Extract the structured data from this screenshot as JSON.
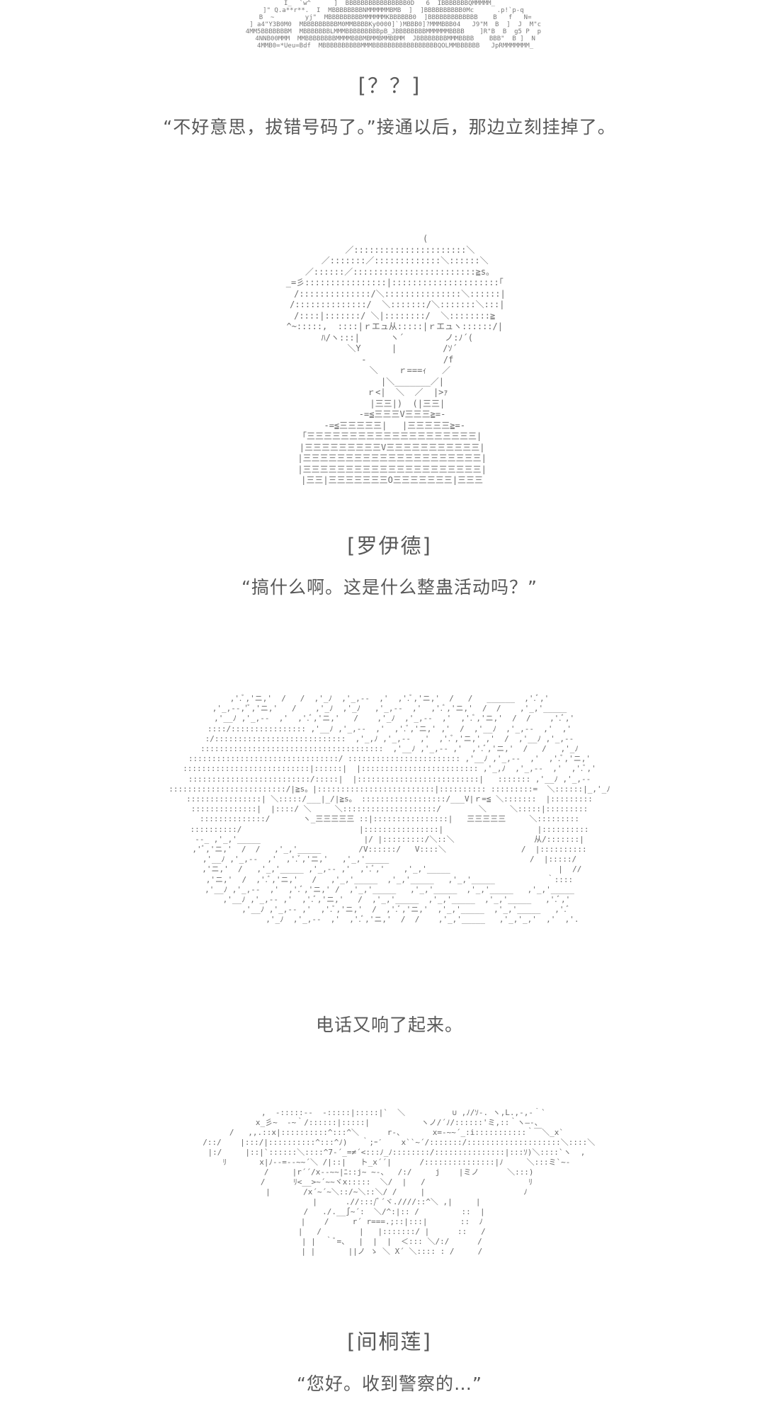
{
  "panels": [
    {
      "speaker": "[？？]",
      "text": "“不好意思，拔错号码了。”接通以后，那边立刻挂掉了。",
      "ascii_art": "I_  `w^      ]  BBBBBBBBBBBBBBBB0D   6  IBBBBBBBQMMMMM_\n  ]\" Q.a**r**.  I  MBBBBBBBBNMMMMMMBMB  ]  ]BBBBBBBBBB0Mc      .p!`p-q\n   B  ~        yj\"  MBBBBBBBBBMMMMMMKBBBBBB0  ]BBBBBBBBBBBBB    B   f   N=\n   ] a4\"Y3B0M0  MBBBBBBBBBM0MMBBBBKy0000]`)MBBB0]?MMMBBB04   J9\"M  B  ]  J  M\"c\n  4MM5BBBBBBBM  MBBBBBBBLMMMBBBBBBBBBpB_JBBBBBBBBMMMMMMBBBB    ]R\"B  B  g5 P  p\n   4NNB00MMM  MMBBBBBBBBMMMMBBBMBMMBMMBBMM  JBBBBBBBBMMMBBBB    BBB\"  B ]  N\n   4MMB0=*Ueu=Bdf  MBBBBBBBBBBMMMBBBBBBBBBBBBBBBBBQOLMMBBBBBB   JpRMMMMMMM_"
    },
    {
      "speaker": "[罗伊德]",
      "text": "“搞什么啊。这是什么整蛊活动吗？”",
      "ascii_art": "              (\n        ／::::::::::::::::::::::＼\n      ／:::::::／:::::::::::::＼::::::＼\n    ／::::::／::::::::::::::::::::::::≧s。\n  _=彡::::::::::::::::|:::::::::::::::::::::｢\n    /::::::::::::::/＼:::::::::::::::＼::::::|\n   /::::::::::::::/  ＼:::::::/＼:::::::＼:::|\n  /::::|:::::::/ ＼|::::::::/  ＼::::::::≧\n  ^~:::::,  ::::|ｒエュ从:::::|ｒエュヽ::::::/|\n   ﾊ/ヽ:::|      ヽ´        ノ:ﾉ´(\n     ＼Y      |         /ｿ´\n       -               /f\n        ＼    ｒ===ｨ   ／\n         |＼_______／|\n       ｒ<|  ＼  ／  |>ｧ\n       |三三|)  (|三三|\n     -=≦三三三V三三三≧=-\n  -=≦三三三三三|   |三三三三三≧=-\n ｢三三三三三三三三三三三三三三三三三三三三|\n |三三三三三三三三三V三三三三三三三三三三三|\n |三三三三三三三三三三三三三三三三三三三三三|\n |三三三三三三三三三三三三三三三三三三三三三|\n |三三|三三三三三三三O三三三三三三三|三三三"
    },
    {
      "speaker": "",
      "text": "电话又响了起来。",
      "ascii_art": ",'.ﾞ,'ニ,'  /   /  ,'_ﾉ  ,'_,--  ,'  ,'.ﾞ,'ニ,'  /   /   ______  ,'.ﾞ,'\n,'_,--,'ﾞ,'ニ,'   /    ,'_ﾉ  ,'_ﾉ   ,'_,--  ,'  ,'.ﾞ,'ニ,'  /  /    ,'_,'_____\n  ,'__ﾉ ,'_,--  ,'  ,'.ﾞ,'ニ,'   /    ,'_ﾉ  ,'_,--  ,'  ,'.ﾞ,'ニ,'  /  /    ,'.ﾞ,'\n::::/:::::::::::::::: ,'__ﾉ ,'_,--  ,'  ,'.ﾞ,'ニ,' ,'  /  ,'__ﾉ  ,'_,--  ,'  ,'\n:/::::::::::::::::::::::::::::  ,'_,ﾉ ,'_,--  ,'  ,'.ﾞ,'ニ,' ,'  /  ,'__ﾉ ,'_,--\n:::::::::::::::::::::::::::::::::::::::  ,'__ﾉ ,'_,-- ,'  ,'.ﾞ,'ニ,'  /   /   ,'_ﾉ\n::::::::::::::::::::::::::::::::/ :::::::::::::::::::::::: ,'__ﾉ ,'_,--  ,'  ,'.ﾞ,'ニ,'\n:::::::::::::::::::::::::::|::::::|  |::::::::::::::::::::::::: ,'_,ﾉ  ,'_,--  ,'  ,'.ﾞ,'\n::::::::::::::::::::::::::/:::::|  |::::::::::::::::::::::::::|   ::::::: ,'__ﾉ ,'_,--\n:::::::::::::::::::::::::/|≧s。|:::::::::::::::::::::::::|:::::::::: :::::::::=  ＼::::::|_,'_ﾉ\n::::::::::::::::| ＼:::::/___|_/|≧s。 ::::::::::::::::::/___V|ｒ=≦ ＼:::::::  |:::::::::\n::::::::::::::|  |::::/ ＼     ＼::::::::::::::::::::/        ＼     ＼:::::|:::::::::\n::::::::::::::/       ヽ_三三三三三 ::|::::::::::::::::|   三三三三三     ＼:::::::::\n::::::::::/                         |::::::::::::::::|                    |::::::::::\n--_ ,'_,'_____                      |/ |:::::::::/＼::＼                 从/:::::::|\n,'ﾞ,'ニ,'  /  /   ,'_,'_____        /V::::::/   V::::＼                /  |::::::::::\n,'__ﾉ ,'_,--  ,'  ,'.ﾞ,'ニ,'   ,'_,'_____                              /  |:::::/\n ,'ニ,'  /   ,'_,'_____ ,'_,-- ,'  ,'.ﾞ,'    ,'_,'_____                       |  //\n,'ニ,'  /  ,'.ﾞ,'ニ,'   /   ,'_,'_____  ,'_,'_____   ,'_,'_____           ｀::::\n,'__ﾉ ,'_,--  ,'  ,'.ﾞ,'ニ,' /  ,'_,'_____   ,'_,'_____  ,'_,'_____   ,'_,'_____\n   ,'__ﾉ ,'_,-- ,'  ,'.ﾞ,'ニ,'   /  ,'_,'_____  ,'_,'_____  ,'_,'_____   ,'.ﾞ,'\n       ,'__ﾉ ,'_,-- ,'  ,'.ﾞ,'ニ,'  /  ,'.ﾞ,'ニ,'  ,'_,'_____  ,'_,'_____   ,'.ﾞ\n              ,'_ﾉ  ,'_,--  ,'  ,'.ﾞ,'ニ,'  /  /    ,'_,'_____   ,'_,'_,'  ,'  ,'."
    },
    {
      "speaker": "[间桐莲]",
      "text": "“您好。收到警察的…”",
      "ascii_art": "      ,  -:::::--  -:::::|:::::|`  ＼          ∪ ,ﾉ/ｿ-. ヽ,L.,-,-｀`\n    x_彡~  -~｀/::::::|:::::|           ヽノ/´ﾉ/::::::'ミ,::｀ヽ―-、\n   /   ,,.::x|::::::::::^:::^＼      r-、      x=-~~´_:i:::::::::::｀￣＼_x`\n    /::/    |:::/|::::::::::^:::^ﾉ)   ｀;ｰ′    x``~´/:::::::/::::::::::::::::::::＼::::＼\n   |:/     |::|`::::::＼::::^7-´_=≠´<:::ﾉ_ﾉ::::::::/:::::::::::::::|:::ｿ)＼::::`ヽ  ,\n   ﾘ       x|ﾉ--=--~~´＼ /|::|   ト_x´´|      /:::::::::::::::|ﾉ     ＼:::ミ`~-\n    /     |r´´/x--~~|ﾆ::j~ ~-、  /:/     j    |ミノ      ＼:::)\n   /      ﾘ<__>~´~~ヾx:::::  ＼/  |   /                      ﾘ\n   |       /x´~´~＼::/~＼::＼/ /     |                     ﾉ\n   |      .//:::/ﾞ´ヾ.////::^＼ ,|     |\n  /   ./.__∫~´:  ＼/^:|:: /         ::  |\n |    /     r´ r===.;::|:::|       ::  ﾉ\n |   /        |   |:::::::/ |      ::   /\n | |  ｀ﾞ=、  |  |  |  ＜::: ＼/:/      /\n | |       ||ノ ゝ ＼ X´ ＼:::: : /     /"
    }
  ]
}
